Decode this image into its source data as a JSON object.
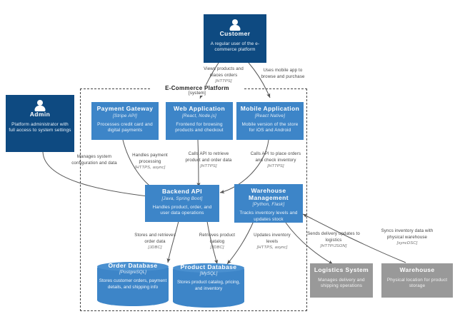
{
  "diagram": {
    "type": "c4-container-diagram",
    "boundary": {
      "title": "E-Commerce Platform",
      "subtitle": "[system]"
    },
    "colors": {
      "person": "#0e4a81",
      "container": "#3d85c8",
      "database": "#3d85c8",
      "external": "#999999",
      "edge": "#555555",
      "boundary": "#444444"
    }
  },
  "nodes": {
    "customer": {
      "title": "Customer",
      "tech": "",
      "desc": "A regular user of the e-commerce platform",
      "kind": "person"
    },
    "admin": {
      "title": "Admin",
      "tech": "",
      "desc": "Platform administrator with full access to system settings",
      "kind": "person"
    },
    "payment_gateway": {
      "title": "Payment Gateway",
      "tech": "[Stripe API]",
      "desc": "Processes credit card and digital payments",
      "kind": "container"
    },
    "web_application": {
      "title": "Web Application",
      "tech": "[React, Node.js]",
      "desc": "Frontend for browsing products and checkout",
      "kind": "container"
    },
    "mobile_application": {
      "title": "Mobile Application",
      "tech": "[React Native]",
      "desc": "Mobile version of the store for iOS and Android",
      "kind": "container"
    },
    "backend_api": {
      "title": "Backend API",
      "tech": "[Java, Spring Boot]",
      "desc": "Handles product, order, and user data operations",
      "kind": "container"
    },
    "warehouse_management": {
      "title": "Warehouse Management",
      "tech": "[Python, Flask]",
      "desc": "Tracks inventory levels and updates stock",
      "kind": "container"
    },
    "order_database": {
      "title": "Order Database",
      "tech": "[PostgreSQL]",
      "desc": "Stores customer orders, payment details, and shipping info",
      "kind": "database"
    },
    "product_database": {
      "title": "Product Database",
      "tech": "[MySQL]",
      "desc": "Stores product catalog, pricing, and inventory",
      "kind": "database"
    },
    "logistics_system": {
      "title": "Logistics System",
      "tech": "",
      "desc": "Manages delivery and shipping operations",
      "kind": "external"
    },
    "warehouse": {
      "title": "Warehouse",
      "tech": "",
      "desc": "Physical location for product storage",
      "kind": "external"
    }
  },
  "edges": {
    "customer_web": {
      "label": "Views products and places orders",
      "proto": "[HTTPS]"
    },
    "customer_mobile": {
      "label": "Uses mobile app to browse and purchase",
      "proto": ""
    },
    "admin_backend": {
      "label": "Manages system configuration and data",
      "proto": ""
    },
    "payment_backend": {
      "label": "Handles payment processing",
      "proto": "[HTTPS, async]"
    },
    "web_backend": {
      "label": "Calls API to retrieve product and order data",
      "proto": "[HTTPS]"
    },
    "mobile_backend": {
      "label": "Calls API to place orders and check inventory",
      "proto": "[HTTPS]"
    },
    "backend_orderdb": {
      "label": "Stores and retrieves order data",
      "proto": "[JDBC]"
    },
    "backend_productdb": {
      "label": "Retrieves product catalog",
      "proto": "[JDBC]"
    },
    "warehouse_productdb": {
      "label": "Updates inventory levels",
      "proto": "[HTTPS, async]"
    },
    "warehouse_logistics": {
      "label": "Sends delivery updates to logistics",
      "proto": "[HTTP/JSON]"
    },
    "warehouse_physical": {
      "label": "Syncs inventory data with physical warehouse",
      "proto": "[syncDSC]"
    }
  }
}
